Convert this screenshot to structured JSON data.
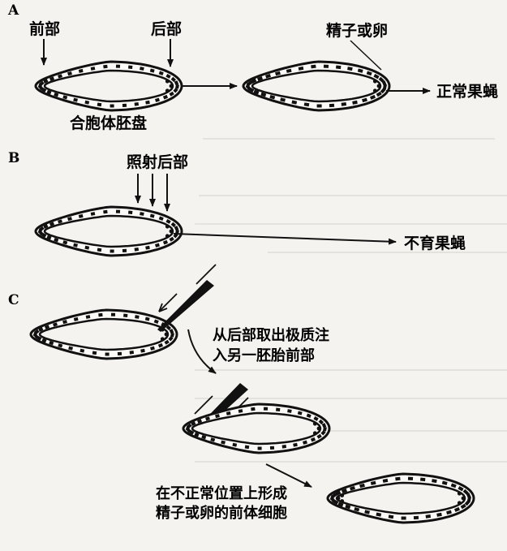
{
  "panels": {
    "a": {
      "letter": "A",
      "front_label": "前部",
      "back_label": "后部",
      "germ_label": "精子或卵",
      "blastoderm_label": "合胞体胚盘",
      "result_label": "正常果蝇"
    },
    "b": {
      "letter": "B",
      "irradiate_label": "照射后部",
      "result_label": "不育果蝇"
    },
    "c": {
      "letter": "C",
      "transfer_line1": "从后部取出极质注",
      "transfer_line2": "入另一胚胎前部",
      "ectopic_line1": "在不正常位置上形成",
      "ectopic_line2": "精子或卵的前体细胞"
    }
  },
  "colors": {
    "ink": "#111111",
    "paper": "#f4f3ef",
    "bleed_through": "#c9c6be"
  }
}
